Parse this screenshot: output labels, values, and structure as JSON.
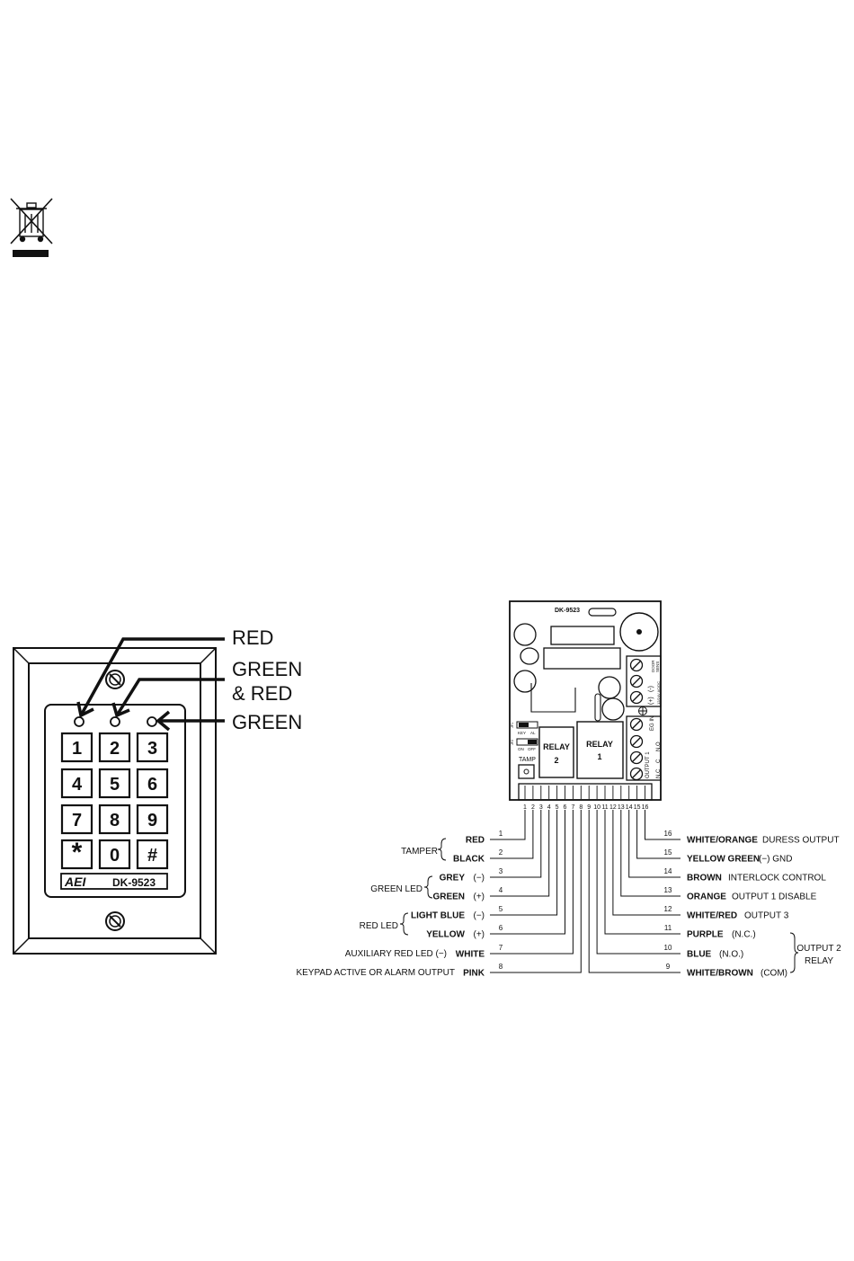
{
  "keypad": {
    "brand": "AEI",
    "model": "DK-9523",
    "keys": [
      "1",
      "2",
      "3",
      "4",
      "5",
      "6",
      "7",
      "8",
      "9",
      "*",
      "0",
      "#"
    ],
    "led_labels": {
      "red": "RED",
      "green_red_line1": "GREEN",
      "green_red_line2": "& RED",
      "green": "GREEN"
    }
  },
  "board": {
    "model": "DK-9523",
    "relay1": [
      "RELAY",
      "1"
    ],
    "relay2": [
      "RELAY",
      "2"
    ],
    "tamp": "TAMP",
    "jumper_top": [
      "KEY",
      "AL"
    ],
    "jumper_bottom": [
      "ON",
      "OFF"
    ],
    "jp_labels": [
      "JP1",
      "JP2"
    ],
    "term_top_labels": [
      "DOOR",
      "SENS",
      "(+)",
      "(-)",
      "12/24V AC/DC"
    ],
    "term_bottom_labels": [
      "EG IN",
      "OUTPUT 1",
      "N.C",
      "C",
      "N.O"
    ],
    "pin_numbers": [
      "1",
      "2",
      "3",
      "4",
      "5",
      "6",
      "7",
      "8",
      "9",
      "10",
      "11",
      "12",
      "13",
      "14",
      "15",
      "16"
    ]
  },
  "wires_left": [
    {
      "num": "1",
      "color": "RED",
      "suffix": ""
    },
    {
      "num": "2",
      "color": "BLACK",
      "suffix": ""
    },
    {
      "num": "3",
      "color": "GREY",
      "suffix": "(−)"
    },
    {
      "num": "4",
      "color": "GREEN",
      "suffix": "(+)"
    },
    {
      "num": "5",
      "color": "LIGHT BLUE",
      "suffix": "(−)"
    },
    {
      "num": "6",
      "color": "YELLOW",
      "suffix": "(+)"
    },
    {
      "num": "7",
      "color": "WHITE",
      "suffix": ""
    },
    {
      "num": "8",
      "color": "PINK",
      "suffix": ""
    }
  ],
  "wires_right": [
    {
      "num": "16",
      "color": "WHITE/ORANGE",
      "func": "DURESS OUTPUT"
    },
    {
      "num": "15",
      "color": "YELLOW GREEN",
      "func": "(−)   GND"
    },
    {
      "num": "14",
      "color": "BROWN",
      "func": "INTERLOCK CONTROL"
    },
    {
      "num": "13",
      "color": "ORANGE",
      "func": "OUTPUT 1 DISABLE"
    },
    {
      "num": "12",
      "color": "WHITE/RED",
      "func": "OUTPUT 3"
    },
    {
      "num": "11",
      "color": "PURPLE",
      "func": "(N.C.)"
    },
    {
      "num": "10",
      "color": "BLUE",
      "func": "(N.O.)"
    },
    {
      "num": "9",
      "color": "WHITE/BROWN",
      "func": "(COM)"
    }
  ],
  "group_labels": {
    "tamper": "TAMPER",
    "green_led": "GREEN LED",
    "red_led": "RED LED",
    "aux_red_led": "AUXILIARY RED LED  (−)",
    "keypad_active": "KEYPAD ACTIVE OR ALARM OUTPUT",
    "output2_line1": "OUTPUT 2",
    "output2_line2": "RELAY"
  }
}
